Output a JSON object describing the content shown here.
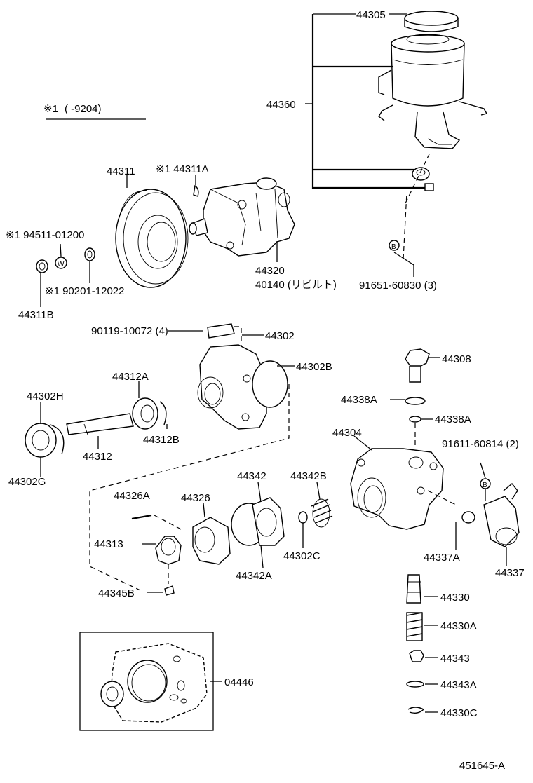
{
  "note": {
    "mark": "※1",
    "range": "(        -9204)"
  },
  "labels": {
    "p44305": "44305",
    "p44360": "44360",
    "p44311": "44311",
    "p44311A": "※1 44311A",
    "p94511": "※1 94511-01200",
    "p90201": "※1 90201-12022",
    "p44311B": "44311B",
    "p44320": "44320",
    "p40140": "40140 (リビルト)",
    "p91651": "91651-60830 (3)",
    "p90119": "90119-10072 (4)",
    "p44302": "44302",
    "p44302B": "44302B",
    "p44308": "44308",
    "p44312A": "44312A",
    "p44302H": "44302H",
    "p44338A_1": "44338A",
    "p44338A_2": "44338A",
    "p44304": "44304",
    "p91611": "91611-60814 (2)",
    "p44312B": "44312B",
    "p44312": "44312",
    "p44302G": "44302G",
    "p44342": "44342",
    "p44342B": "44342B",
    "p44326A": "44326A",
    "p44326": "44326",
    "p44313": "44313",
    "p44302C": "44302C",
    "p44342A": "44342A",
    "p44337A": "44337A",
    "p44337": "44337",
    "p44345B": "44345B",
    "p44330": "44330",
    "p44330A": "44330A",
    "p44343": "44343",
    "p04446": "04446",
    "p44343A": "44343A",
    "p44330C": "44330C",
    "diagram_id": "451645-A"
  },
  "symbols": {
    "washer_mark": "W",
    "bolt_mark": "B"
  }
}
